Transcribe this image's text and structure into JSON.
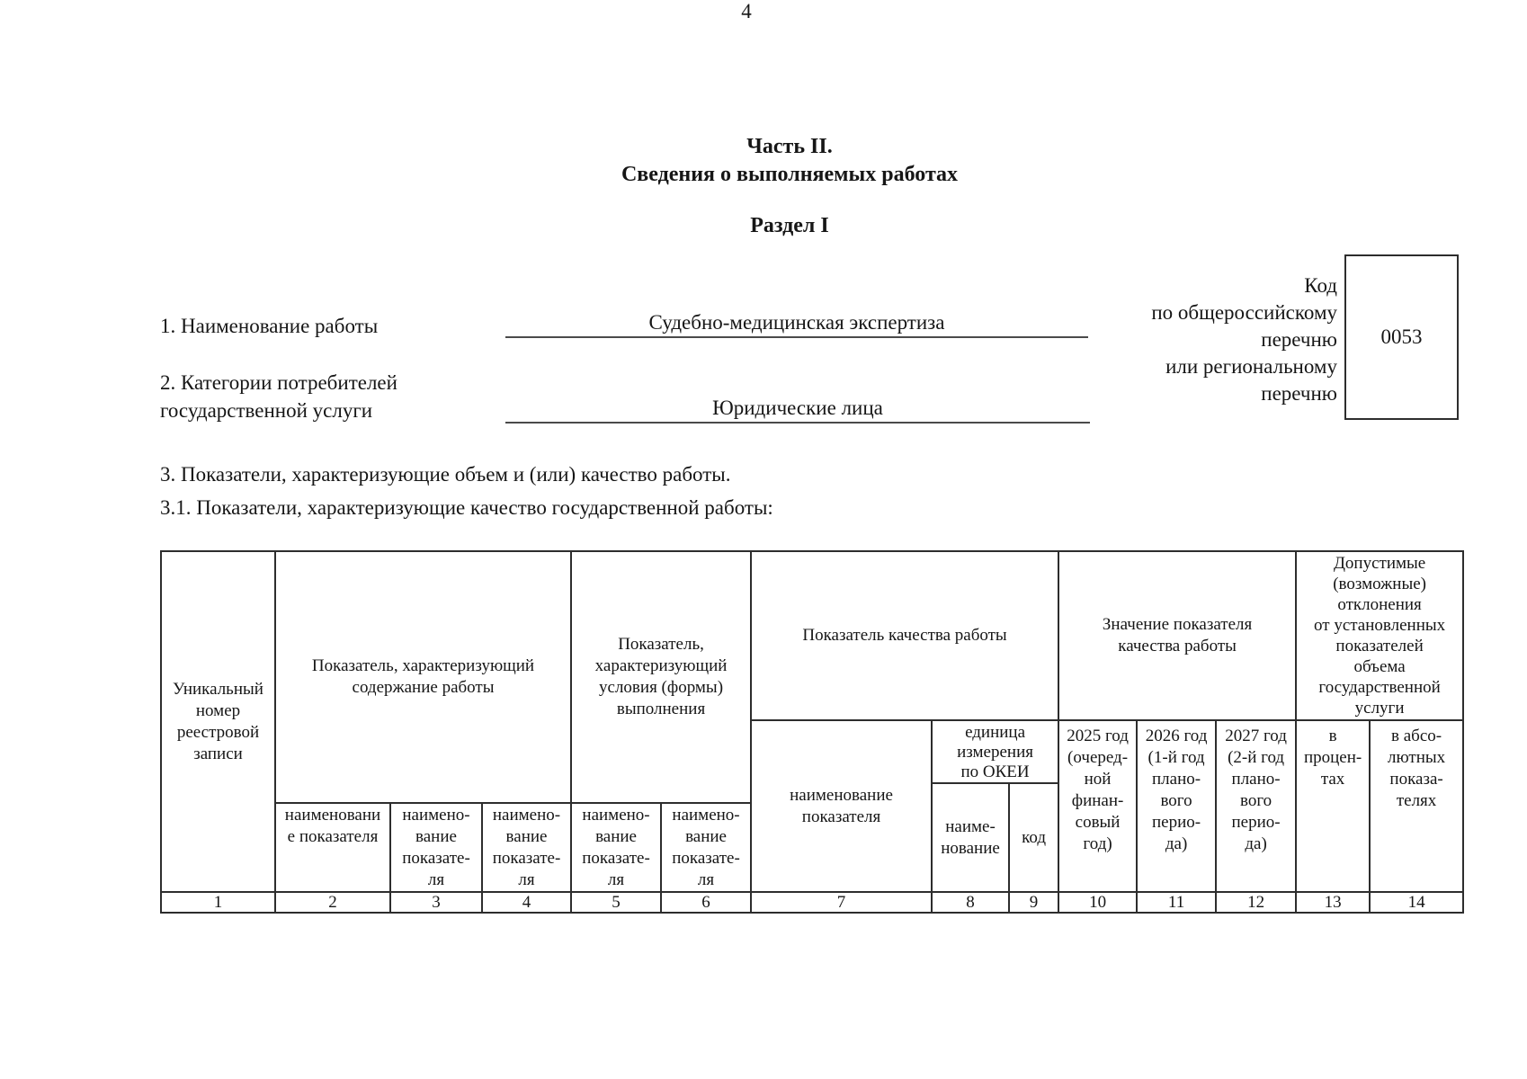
{
  "page": {
    "number": "4",
    "title": "Часть II.\nСведения о выполняемых работах",
    "section": "Раздел I"
  },
  "form": {
    "work_name_label": "1. Наименование работы",
    "work_name_value": "Судебно-медицинская экспертиза",
    "consumer_label": "2. Категории потребителей\nгосударственной услуги",
    "consumer_value": "Юридические лица",
    "code_label": "Код\nпо общероссийскому\nперечню\nили региональному\nперечню",
    "code_value": "0053"
  },
  "indicators": {
    "line1": "3. Показатели, характеризующие объем и (или) качество работы.",
    "line2": "3.1. Показатели, характеризующие качество государственной работы:"
  },
  "table": {
    "headers": {
      "unique_number": "Уникальный\nномер\nреестровой\nзаписи",
      "content_group": "Показатель, характеризующий\nсодержание работы",
      "conditions_group": "Показатель,\nхарактеризующий\nусловия (формы)\nвыполнения",
      "quality_group": "Показатель качества работы",
      "value_group": "Значение показателя\nкачества работы",
      "deviation_group": "Допустимые\n(возможные)\nотклонения\nот установленных\nпоказателей\nобъема\nгосударственной\nуслуги",
      "indicator_name": "наименование\nпоказателя",
      "okei_unit": "единица\nизмерения\nпо ОКЕИ",
      "okei_name": "наиме-\nнование",
      "okei_code": "код",
      "year_2025": "2025 год\n(очеред-\nной\nфинан-\nсовый\nгод)",
      "year_2026": "2026 год\n(1-й год\nплано-\nвого\nперио-\nда)",
      "year_2027": "2027 год\n(2-й год\nплано-\nвого\nперио-\nда)",
      "percent": "в\nпроцен-\nтах",
      "absolute": "в абсо-\nлютных\nпоказа-\nтелях",
      "sub_name_wide": "наименовани\nе показателя",
      "sub_name": "наимено-\nвание\nпоказате-\nля"
    },
    "column_numbers": [
      "1",
      "2",
      "3",
      "4",
      "5",
      "6",
      "7",
      "8",
      "9",
      "10",
      "11",
      "12",
      "13",
      "14"
    ]
  }
}
